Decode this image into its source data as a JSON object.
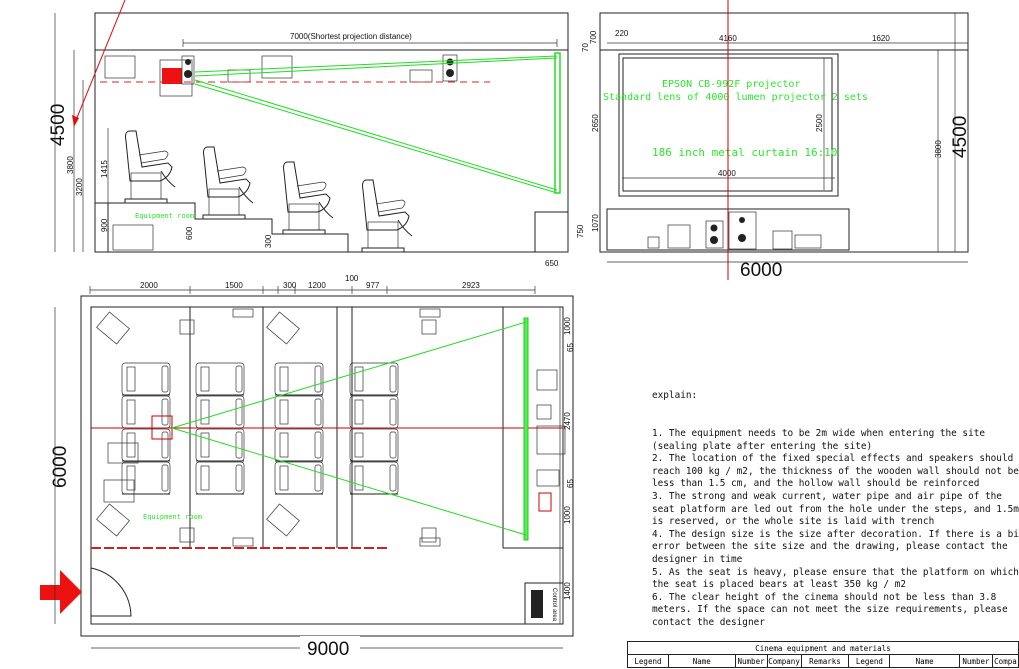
{
  "side_elevation": {
    "projection_label": "7000(Shortest projection distance)",
    "height_total": "4500",
    "dims": {
      "h3800": "3800",
      "h3200": "3200",
      "h1415": "1415",
      "h900": "900",
      "h600": "600",
      "h300": "300",
      "w650": "650",
      "h750": "750"
    },
    "equipment_room": "Equipment room"
  },
  "front_elevation": {
    "projector_line1": "EPSON CB-992F projector",
    "projector_line2": "Standard lens of 4000 lumen projector 2 sets",
    "curtain": "186 inch metal curtain 16:10",
    "dims": {
      "d220": "220",
      "d4160": "4160",
      "d1620": "1620",
      "d2500": "2500",
      "d4000": "4000",
      "d700": "700",
      "d70": "70",
      "d2650": "2650",
      "d1070": "1070",
      "d3800": "3800"
    },
    "height_total": "4500",
    "width_total": "6000"
  },
  "plan": {
    "top_dims": [
      "2000",
      "1500",
      "300",
      "1200",
      "100",
      "977",
      "2923"
    ],
    "right_dims": [
      "1000",
      "65",
      "2470",
      "65",
      "1000",
      "1400"
    ],
    "height_total": "6000",
    "width_total": "9000",
    "equipment_room": "Equipment room",
    "control_area": "Control area"
  },
  "notes": {
    "title": "explain:",
    "lines": [
      "1. The equipment needs to be 2m wide when entering the site",
      "(sealing plate after entering the site)",
      "2. The location of the fixed special effects and speakers should",
      "reach 100 kg / m2, the thickness of the wooden wall should not be",
      "less than 1.5 cm, and the hollow wall should be reinforced",
      "3. The strong and weak current, water pipe and air pipe of the",
      "seat platform are led out from the hole under the steps, and 1.5m",
      "is reserved, or the whole site is laid with trench",
      "4. The design size is the size after decoration. If there is a big",
      "error between the site size and the drawing, please contact the",
      "designer in time",
      "5. As the seat is heavy, please ensure that the platform on which",
      "the seat is placed bears at least 350 kg / m2",
      "6. The clear height of the cinema should not be less than 3.8",
      "meters. If the space can not meet the size requirements, please",
      "contact the designer"
    ]
  },
  "table": {
    "title": "Cinema equipment and materials",
    "columns": [
      "Legend",
      "Name",
      "Number",
      "Company",
      "Remarks",
      "Legend",
      "Name",
      "Number",
      "Compa"
    ]
  },
  "colors": {
    "beam": "#22dd22",
    "axis": "#cc0000",
    "arrow": "#ee1111"
  }
}
